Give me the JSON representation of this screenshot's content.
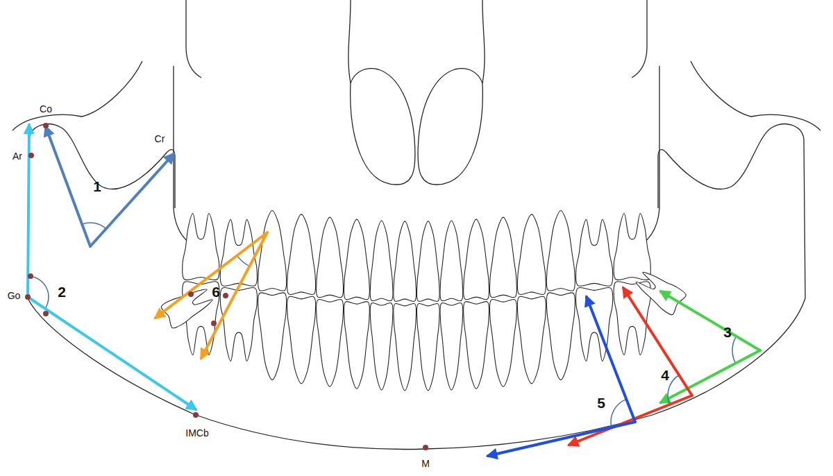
{
  "diagram": {
    "labels": [
      "Co",
      "Ar",
      "Cr",
      "Go",
      "IMCb",
      "M",
      "1",
      "2",
      "3",
      "4",
      "5",
      "6"
    ]
  }
}
